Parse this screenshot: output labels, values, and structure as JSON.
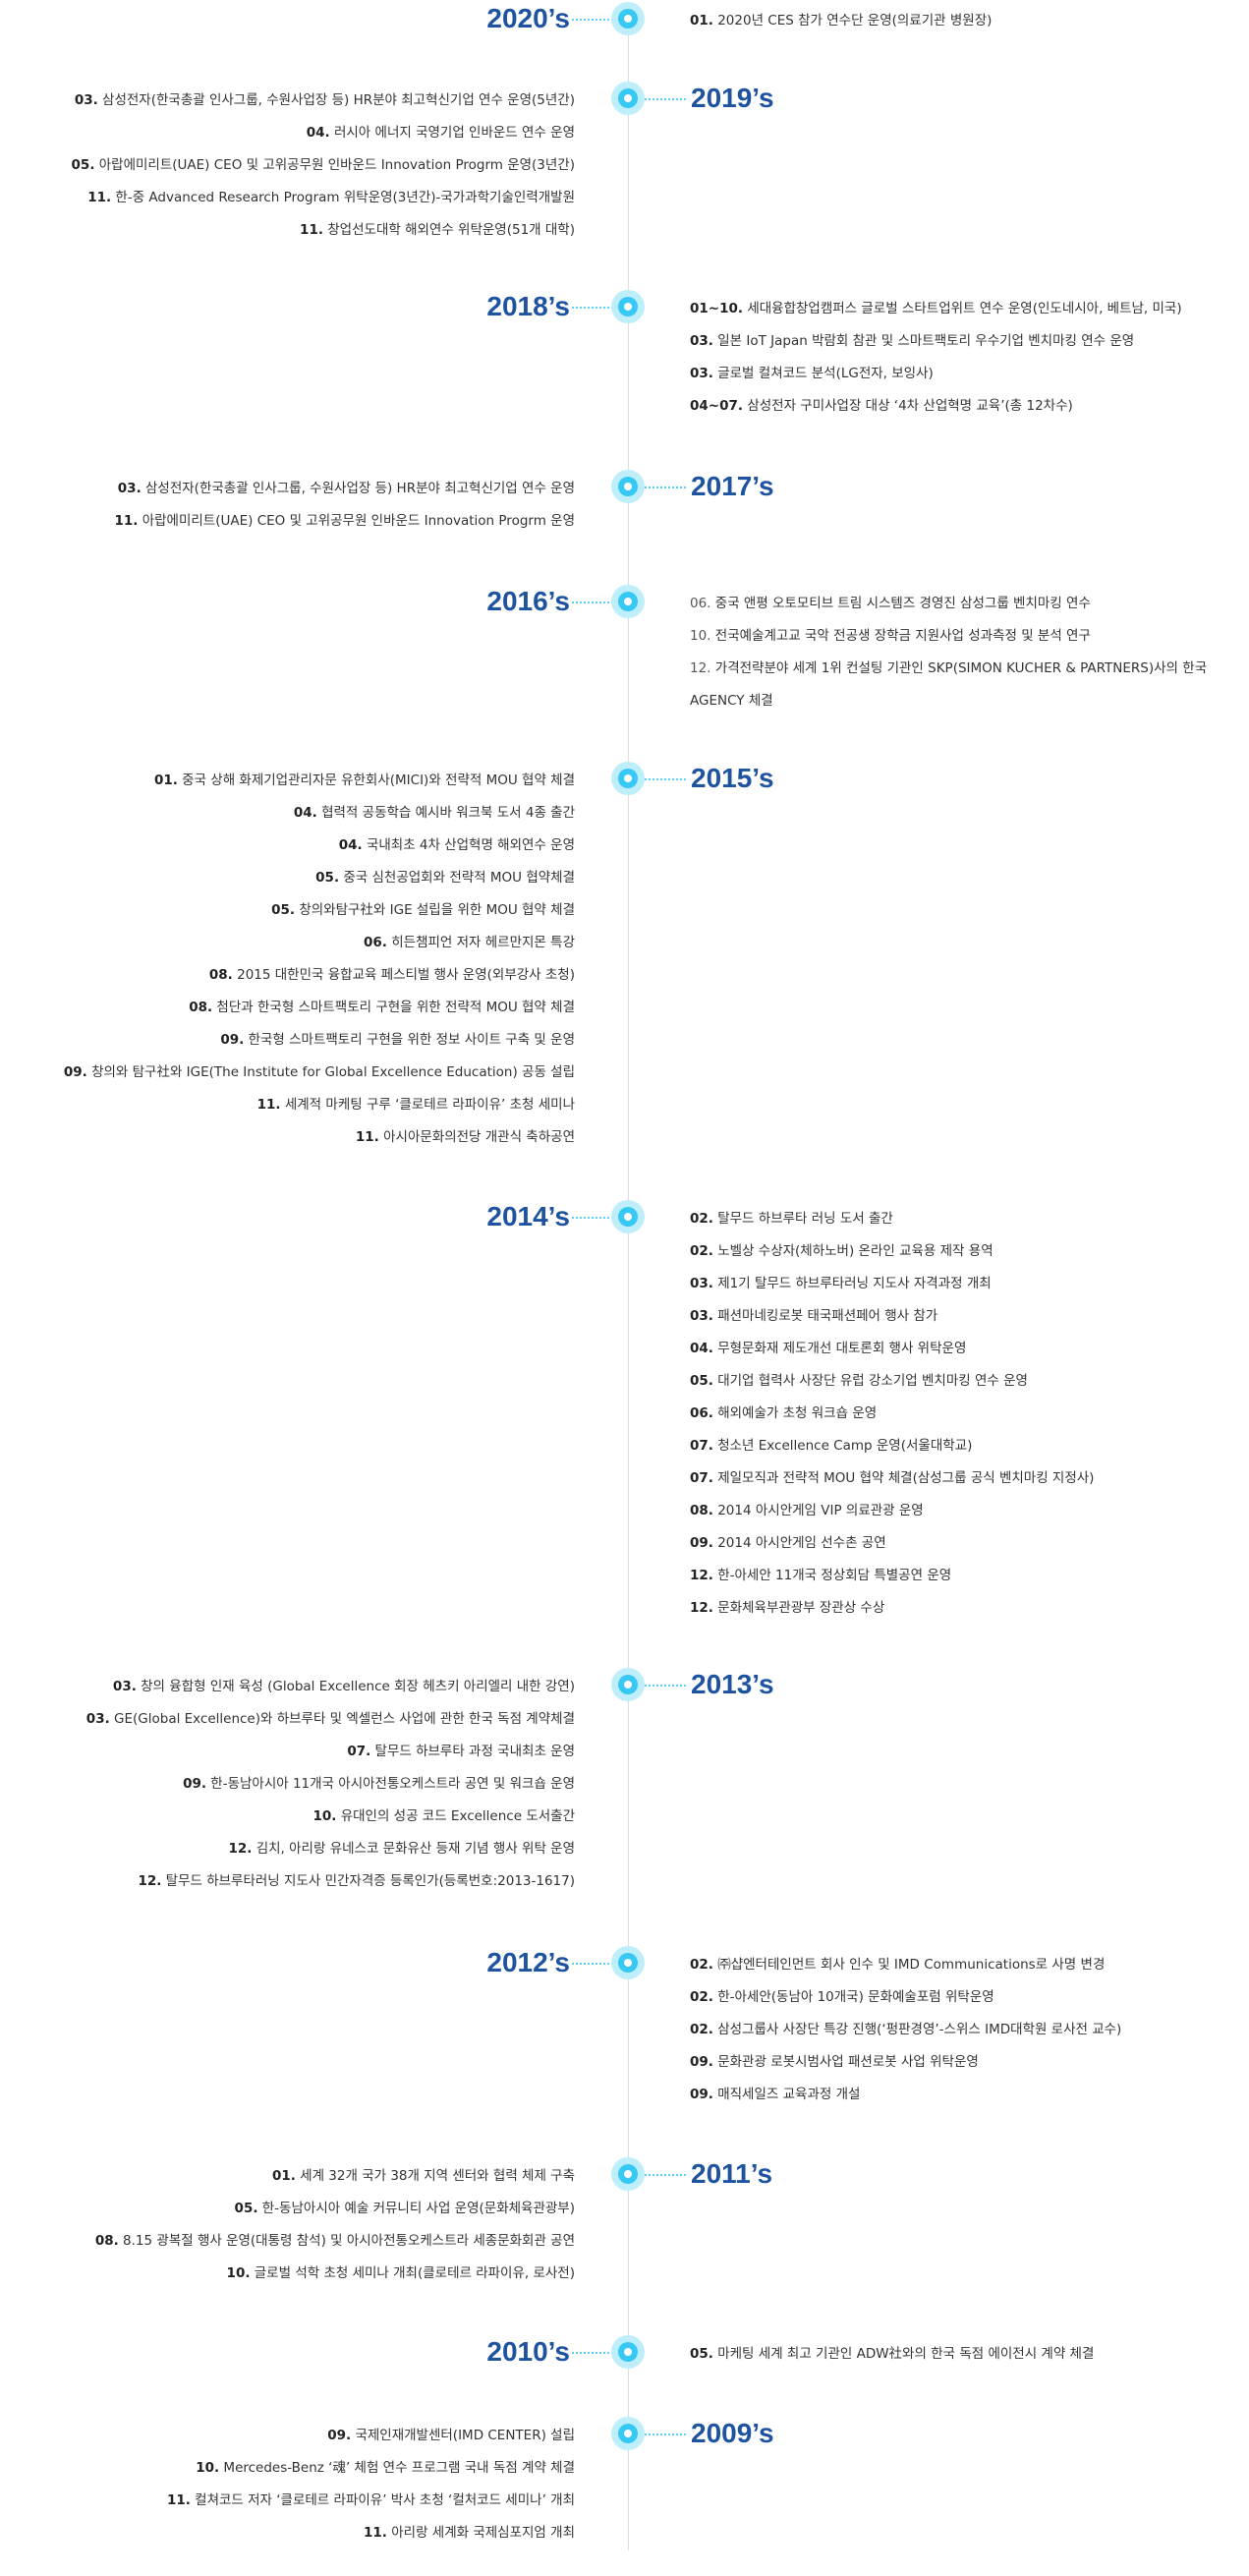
{
  "years": [
    {
      "label": "2020’s",
      "side": "right",
      "items": [
        {
          "m": "01.",
          "t": "2020년 CES 참가 연수단 운영(의료기관 병원장)"
        }
      ]
    },
    {
      "label": "2019’s",
      "side": "left",
      "items": [
        {
          "m": "03.",
          "t": "삼성전자(한국총괄 인사그룹, 수원사업장 등) HR분야 최고혁신기업 연수 운영(5년간)"
        },
        {
          "m": "04.",
          "t": "러시아 에너지 국영기업 인바운드 연수 운영"
        },
        {
          "m": "05.",
          "t": "아랍에미리트(UAE) CEO 및 고위공무원 인바운드 Innovation Progrm 운영(3년간)"
        },
        {
          "m": "11.",
          "t": "한-중 Advanced Research Program 위탁운영(3년간)-국가과학기술인력개발원"
        },
        {
          "m": "11.",
          "t": "창업선도대학 해외연수 위탁운영(51개 대학)"
        }
      ]
    },
    {
      "label": "2018’s",
      "side": "right",
      "items": [
        {
          "m": "01~10.",
          "t": "세대융합창업캠퍼스 글로벌 스타트업위트 연수 운영(인도네시아, 베트남, 미국)"
        },
        {
          "m": "03.",
          "t": "일본 IoT Japan 박람회 참관 및 스마트팩토리 우수기업 벤치마킹 연수 운영"
        },
        {
          "m": "03.",
          "t": "글로벌 컬쳐코드 분석(LG전자, 보잉사)"
        },
        {
          "m": "04~07.",
          "t": "삼성전자 구미사업장 대상 ‘4차 산업혁명 교육’(총 12차수)"
        }
      ]
    },
    {
      "label": "2017’s",
      "side": "left",
      "items": [
        {
          "m": "03.",
          "t": "삼성전자(한국총괄 인사그룹, 수원사업장 등) HR분야 최고혁신기업 연수 운영"
        },
        {
          "m": "11.",
          "t": "아랍에미리트(UAE) CEO 및 고위공무원 인바운드 Innovation Progrm 운영"
        }
      ]
    },
    {
      "label": "2016’s",
      "side": "right",
      "items": [
        {
          "m": "06.",
          "t": "중국 앤평 오토모티브 트림 시스템즈 경영진 삼성그룹 벤치마킹 연수",
          "light": true
        },
        {
          "m": "10.",
          "t": "전국예술계고교 국악 전공생 장학금 지원사업 성과측정 및 분석 연구",
          "light": true
        },
        {
          "m": "12.",
          "t": "가격전략분야 세계 1위 컨설팅 기관인 SKP(SIMON KUCHER & PARTNERS)사의 한국 AGENCY 체결",
          "light": true
        }
      ]
    },
    {
      "label": "2015’s",
      "side": "left",
      "items": [
        {
          "m": "01.",
          "t": "중국 상해 화제기업관리자문 유한회사(MICI)와 전략적 MOU 협약 체결"
        },
        {
          "m": "04.",
          "t": "협력적 공동학습 예시바 워크북 도서 4종 출간"
        },
        {
          "m": "04.",
          "t": "국내최초 4차 산업혁명 해외연수 운영"
        },
        {
          "m": "05.",
          "t": "중국 심천공업회와 전략적 MOU 협약체결"
        },
        {
          "m": "05.",
          "t": "창의와탐구社와 IGE 설립을 위한 MOU 협약 체결"
        },
        {
          "m": "06.",
          "t": "히든챔피언 저자 헤르만지몬 특강"
        },
        {
          "m": "08.",
          "t": "2015 대한민국 융합교육 페스티벌 행사 운영(외부강사 초청)"
        },
        {
          "m": "08.",
          "t": "첨단과 한국형 스마트팩토리 구현을 위한 전략적 MOU 협약 체결"
        },
        {
          "m": "09.",
          "t": "한국형 스마트팩토리 구현을 위한 정보 사이트 구축 및 운영"
        },
        {
          "m": "09.",
          "t": "창의와 탐구社와 IGE(The Institute for Global Excellence Education) 공동 설립"
        },
        {
          "m": "11.",
          "t": "세계적 마케팅 구루 ‘클로테르 라파이유’ 초청 세미나"
        },
        {
          "m": "11.",
          "t": "아시아문화의전당 개관식 축하공연"
        }
      ]
    },
    {
      "label": "2014’s",
      "side": "right",
      "items": [
        {
          "m": "02.",
          "t": "탈무드 하브루타 러닝 도서 출간"
        },
        {
          "m": "02.",
          "t": "노벨상 수상자(체하노버) 온라인 교육용 제작 용역"
        },
        {
          "m": "03.",
          "t": "제1기 탈무드 하브루타러닝 지도사 자격과정 개최"
        },
        {
          "m": "03.",
          "t": "패션마네킹로봇 태국패션페어 행사 참가"
        },
        {
          "m": "04.",
          "t": "무형문화재 제도개선 대토론회 행사 위탁운영"
        },
        {
          "m": "05.",
          "t": "대기업 협력사 사장단 유럽 강소기업 벤치마킹 연수 운영"
        },
        {
          "m": "06.",
          "t": "해외예술가 초청 워크숍 운영"
        },
        {
          "m": "07.",
          "t": "청소년 Excellence Camp 운영(서울대학교)"
        },
        {
          "m": "07.",
          "t": "제일모직과 전략적 MOU 협약 체결(삼성그룹 공식 벤치마킹 지정사)"
        },
        {
          "m": "08.",
          "t": "2014 아시안게임 VIP 의료관광 운영"
        },
        {
          "m": "09.",
          "t": "2014 아시안게임 선수촌 공연"
        },
        {
          "m": "12.",
          "t": "한-아세안 11개국 정상회담 특별공연 운영"
        },
        {
          "m": "12.",
          "t": "문화체육부관광부 장관상 수상"
        }
      ]
    },
    {
      "label": "2013’s",
      "side": "left",
      "items": [
        {
          "m": "03.",
          "t": "창의 융합형 인재 육성 (Global Excellence 회장 헤츠키 아리엘리 내한 강연)"
        },
        {
          "m": "03.",
          "t": "GE(Global Excellence)와 하브루타 및 엑셀런스 사업에 관한 한국 독점 계약체결"
        },
        {
          "m": "07.",
          "t": "탈무드 하브루타 과정 국내최초 운영"
        },
        {
          "m": "09.",
          "t": "한-동남아시아 11개국 아시아전통오케스트라 공연 및 워크숍 운영"
        },
        {
          "m": "10.",
          "t": "유대인의 성공 코드 Excellence 도서출간"
        },
        {
          "m": "12.",
          "t": "김치, 아리랑 유네스코 문화유산 등재 기념 행사 위탁 운영"
        },
        {
          "m": "12.",
          "t": "탈무드 하브루타러닝 지도사 민간자격증 등록인가(등록번호:2013-1617)"
        }
      ]
    },
    {
      "label": "2012’s",
      "side": "right",
      "items": [
        {
          "m": "02.",
          "t": "㈜샵엔터테인먼트 회사 인수 및 IMD Communications로 사명 변경"
        },
        {
          "m": "02.",
          "t": "한-아세안(동남아 10개국) 문화예술포럼 위탁운영"
        },
        {
          "m": "02.",
          "t": "삼성그룹사 사장단 특강 진행(‘펑판경영’-스위스 IMD대학원 로사전 교수)"
        },
        {
          "m": "09.",
          "t": "문화관광 로봇시범사업 패션로봇 사업 위탁운영"
        },
        {
          "m": "09.",
          "t": "매직세일즈 교육과정 개설"
        }
      ]
    },
    {
      "label": "2011’s",
      "side": "left",
      "items": [
        {
          "m": "01.",
          "t": "세계 32개 국가 38개 지역 센터와 협력 체제 구축"
        },
        {
          "m": "05.",
          "t": "한-동남아시아 예술 커뮤니티 사업 운영(문화체육관광부)"
        },
        {
          "m": "08.",
          "t": "8.15 광복절 행사 운영(대통령 참석) 및 아시아전통오케스트라 세종문화회관 공연"
        },
        {
          "m": "10.",
          "t": "글로벌 석학 초청 세미나 개최(클로테르 라파이유, 로사전)"
        }
      ]
    },
    {
      "label": "2010’s",
      "side": "right",
      "items": [
        {
          "m": "05.",
          "t": "마케팅 세계 최고 기관인 ADW社와의 한국 독점 에이전시 계약 체결"
        }
      ]
    },
    {
      "label": "2009’s",
      "side": "left",
      "items": [
        {
          "m": "09.",
          "t": "국제인재개발센터(IMD CENTER) 설립"
        },
        {
          "m": "10.",
          "t": "Mercedes-Benz ‘魂’ 체험 연수 프로그램 국내 독점 계약 체결"
        },
        {
          "m": "11.",
          "t": "컬쳐코드 저자 ‘클로테르 라파이유’ 박사 초청 ‘컬처코드 세미나’ 개최"
        },
        {
          "m": "11.",
          "t": "아리랑 세계화 국제심포지엄 개최"
        }
      ]
    }
  ]
}
